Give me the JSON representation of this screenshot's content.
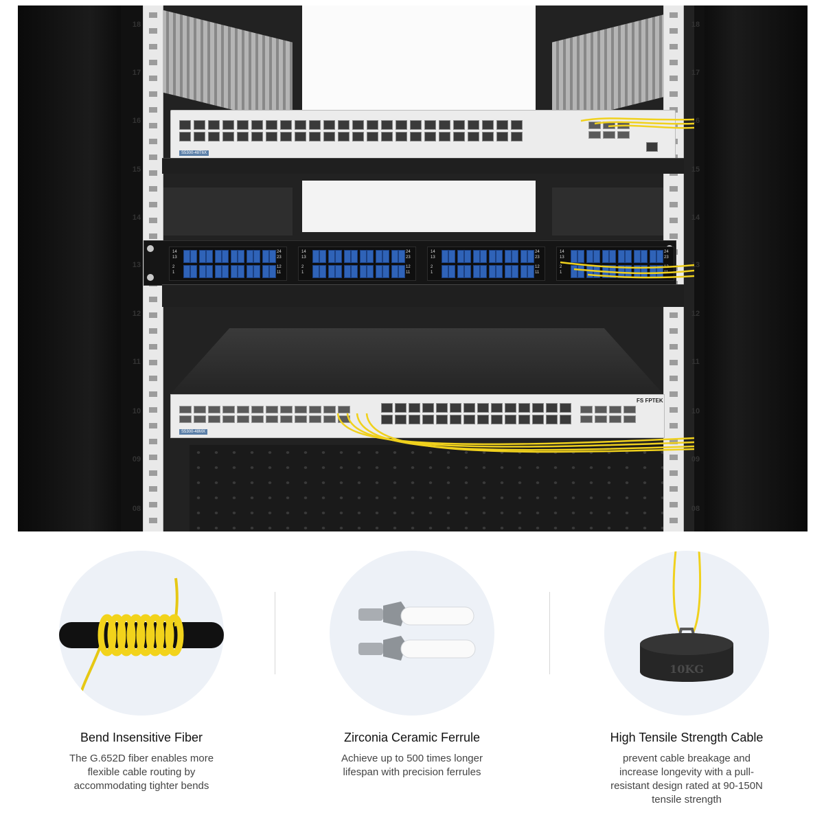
{
  "rack": {
    "rail_units_left": [
      "18",
      "17",
      "16",
      "15",
      "14",
      "13",
      "12",
      "11",
      "10",
      "09",
      "08"
    ],
    "rail_units_right": [
      "18",
      "17",
      "16",
      "15",
      "14",
      "13",
      "12",
      "11",
      "10",
      "09",
      "08"
    ],
    "top_switch_model": "S5300-48T6X",
    "bottom_switch_model": "S5300-48MX",
    "bottom_switch_brand": "FS FPTEK",
    "fiber_color": "#f0d11d",
    "adapter_color": "#2f63b8",
    "cassette_numbers": [
      "14",
      "13",
      "2",
      "1",
      "24",
      "23",
      "12",
      "11"
    ]
  },
  "features": [
    {
      "icon": "coiled-fiber-icon",
      "title": "Bend Insensitive Fiber",
      "description": "The G.652D fiber enables more flexible cable routing by accommodating tighter bends"
    },
    {
      "icon": "ceramic-ferrule-icon",
      "title": "Zirconia Ceramic Ferrule",
      "description": "Achieve up to 500 times longer lifespan with precision ferrules"
    },
    {
      "icon": "tensile-weight-icon",
      "title": "High Tensile Strength Cable",
      "description": "prevent cable breakage and increase longevity with a pull-resistant design rated at 90-150N tensile strength",
      "weight_label": "10KG"
    }
  ]
}
